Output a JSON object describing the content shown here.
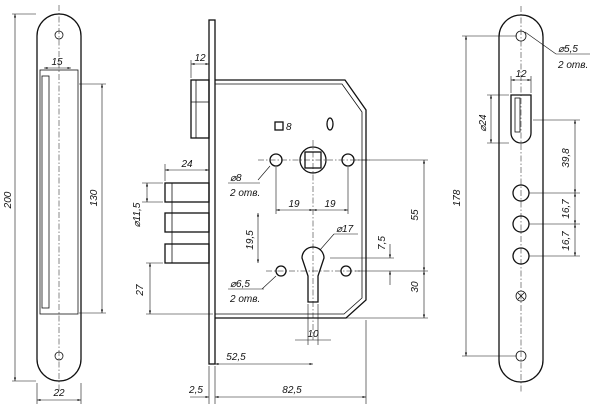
{
  "left_view": {
    "dim_200": "200",
    "dim_15": "15",
    "dim_130": "130",
    "dim_22": "22"
  },
  "center_view": {
    "dim_12": "12",
    "sq8": "8",
    "dia8": "⌀8",
    "dia8_note": "2 отв.",
    "dim_24": "24",
    "dim_19a": "19",
    "dim_19b": "19",
    "dim_55": "55",
    "dia115": "⌀11,5",
    "dim_195": "19,5",
    "dia17": "⌀17",
    "dim_75": "7,5",
    "dia65": "⌀6,5",
    "dia65_note": "2 отв.",
    "dim_27": "27",
    "dim_30": "30",
    "dim_10": "10",
    "dim_525": "52,5",
    "dim_25": "2,5",
    "dim_825": "82,5"
  },
  "right_view": {
    "dia55": "⌀5,5",
    "dia55_note": "2 отв.",
    "dim_12": "12",
    "dia24": "⌀24",
    "dim_178": "178",
    "dim_398": "39,8",
    "dim_167a": "16,7",
    "dim_167b": "16,7"
  }
}
